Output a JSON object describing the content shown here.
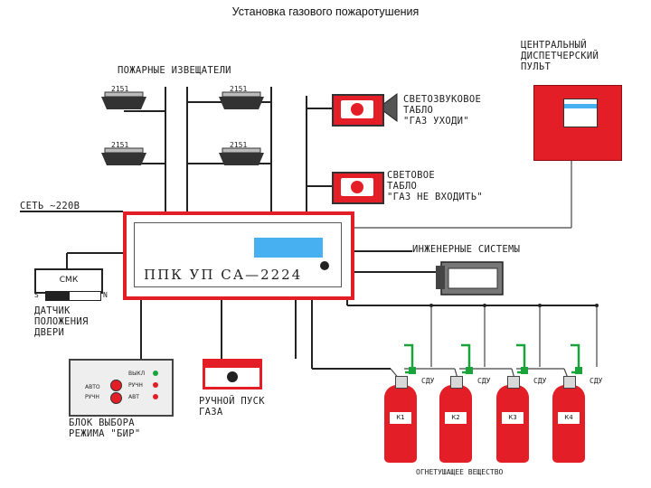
{
  "title": "Установка газового пожаротушения",
  "labels": {
    "fire_detectors": "ПОЖАРНЫЕ ИЗВЕЩАТЕЛИ",
    "detector_models": [
      "2151",
      "2151",
      "2151",
      "2151"
    ],
    "central_console": [
      "ЦЕНТРАЛЬНЫЙ",
      "ДИСПЕТЧЕРСКИЙ",
      "ПУЛЬТ"
    ],
    "light_sound_board": [
      "СВЕТОЗВУКОВОЕ",
      "ТАБЛО",
      "\"ГАЗ УХОДИ\""
    ],
    "light_board": [
      "СВЕТОВОЕ",
      "ТАБЛО",
      "\"ГАЗ НЕ ВХОДИТЬ\""
    ],
    "mains": "СЕТЬ ~220В",
    "control_panel": "ППК УП СА—2224",
    "engineering_systems": "ИНЖЕНЕРНЫЕ СИСТЕМЫ",
    "smk": "СМК",
    "door_sensor": [
      "ДАТЧИК",
      "ПОЛОЖЕНИЯ",
      "ДВЕРИ"
    ],
    "mode_block": [
      "БЛОК ВЫБОРА",
      "РЕЖИМА \"БИР\""
    ],
    "manual_start": [
      "РУЧНОЙ ПУСК",
      "ГАЗА"
    ],
    "sdu": [
      "СДУ",
      "СДУ",
      "СДУ",
      "СДУ"
    ],
    "cylinders": [
      "К1",
      "К2",
      "К3",
      "К4"
    ],
    "extinguishing_agent": "ОГНЕТУШАЩЕЕ ВЕЩЕСТВО"
  },
  "mode_panel": {
    "rows": [
      "ВЫКЛ",
      "РУЧН",
      "АВТ"
    ],
    "buttons": [
      "АВТО",
      "РУЧН"
    ]
  },
  "colors": {
    "accent_red": "#e41e26",
    "screen_blue": "#46b0f0",
    "valve_green": "#1aa33a"
  }
}
